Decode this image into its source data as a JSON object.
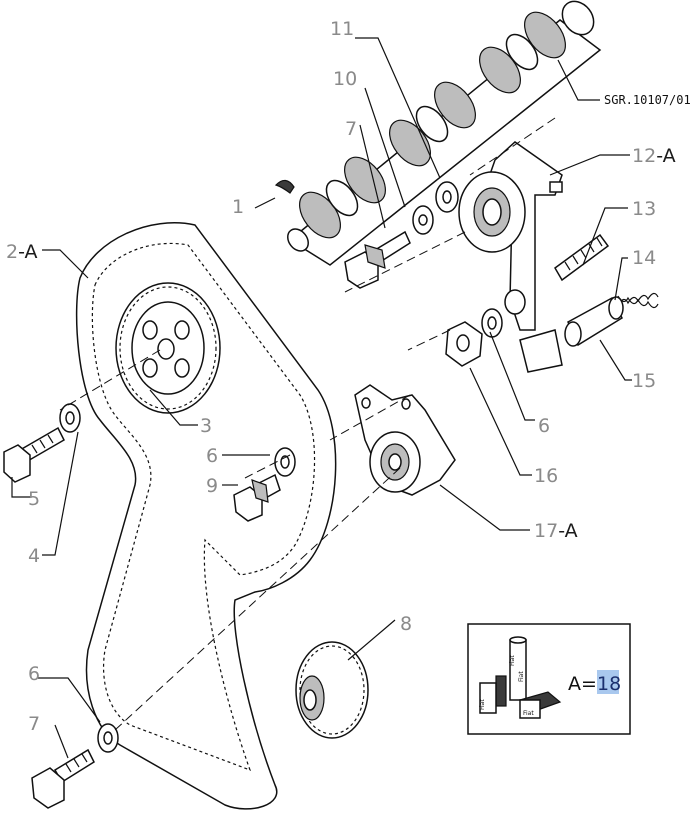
{
  "drawing_ref": "SGR.10107/01",
  "callouts": [
    {
      "id": "c1",
      "label": "1"
    },
    {
      "id": "c2",
      "label": "2",
      "suffix": "-A"
    },
    {
      "id": "c3",
      "label": "3"
    },
    {
      "id": "c4",
      "label": "4"
    },
    {
      "id": "c5",
      "label": "5"
    },
    {
      "id": "c6a",
      "label": "6"
    },
    {
      "id": "c6b",
      "label": "6"
    },
    {
      "id": "c6c",
      "label": "6"
    },
    {
      "id": "c7a",
      "label": "7"
    },
    {
      "id": "c7b",
      "label": "7"
    },
    {
      "id": "c8",
      "label": "8"
    },
    {
      "id": "c9",
      "label": "9"
    },
    {
      "id": "c10",
      "label": "10"
    },
    {
      "id": "c11",
      "label": "11"
    },
    {
      "id": "c12",
      "label": "12",
      "suffix": "-A"
    },
    {
      "id": "c13",
      "label": "13"
    },
    {
      "id": "c14",
      "label": "14"
    },
    {
      "id": "c15",
      "label": "15"
    },
    {
      "id": "c16",
      "label": "16"
    },
    {
      "id": "c17",
      "label": "17",
      "suffix": "-A"
    }
  ],
  "kit_box": {
    "prefix": "A=",
    "value": "18",
    "brand_labels": [
      "Fiat",
      "Fiat",
      "Fiat",
      "Fiat"
    ]
  },
  "colors": {
    "line": "#111111",
    "callout_grey": "#8a8a8a",
    "highlight_bg": "#a9c8ee",
    "highlight_text": "#1b2f6e"
  }
}
